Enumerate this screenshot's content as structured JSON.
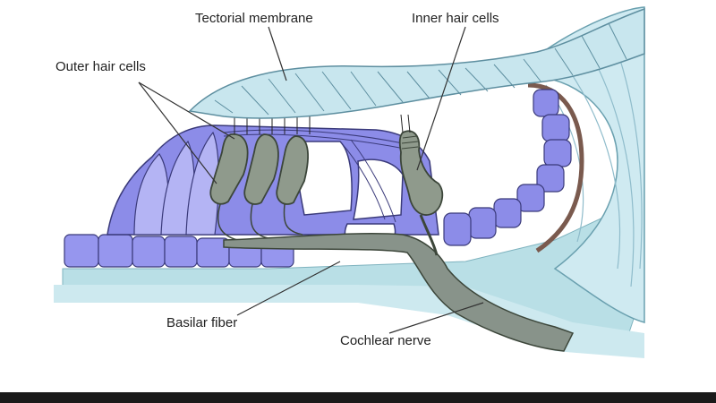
{
  "labels": {
    "tectorial_membrane": "Tectorial membrane",
    "inner_hair_cells": "Inner hair cells",
    "outer_hair_cells": "Outer hair cells",
    "basilar_fiber": "Basilar fiber",
    "cochlear_nerve": "Cochlear nerve"
  },
  "colors": {
    "membrane_fill": "#c8e6ee",
    "membrane_stroke": "#5e8fa0",
    "cell_fill": "#8c8ce8",
    "cell_light": "#b4b4f4",
    "cell_stroke": "#3a3a7a",
    "hair_cell_fill": "#8f9a8c",
    "hair_cell_stroke": "#3c463a",
    "basilar_fill": "#a9d4dc",
    "basilar_band": "#7a5a4e",
    "nerve_fill": "#88938a",
    "label_text": "#222222",
    "leader_line": "#333333"
  }
}
